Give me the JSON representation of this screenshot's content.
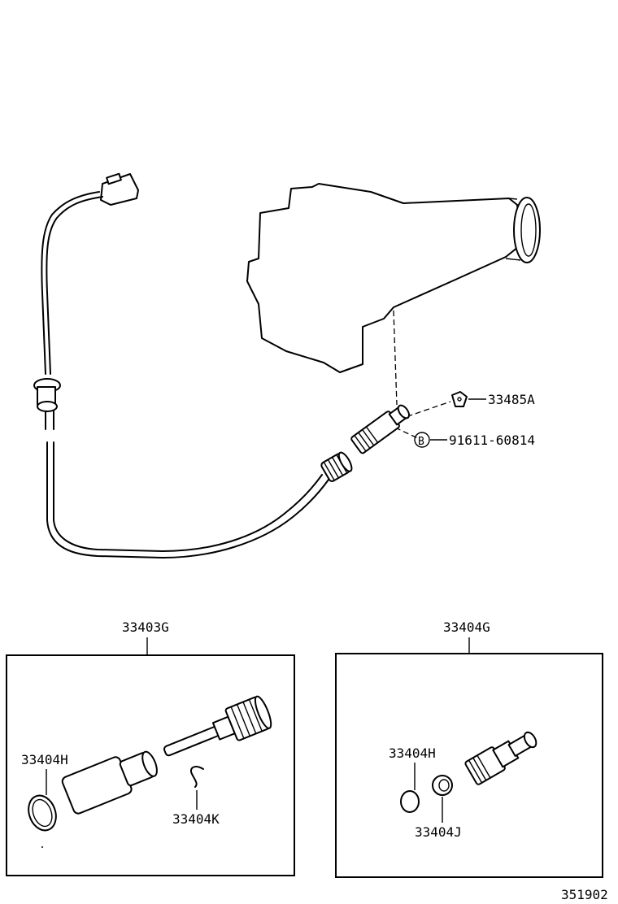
{
  "callouts": {
    "c1": "33485A",
    "c2_symbol": "B",
    "c2": "91611-60814"
  },
  "groups": {
    "left": {
      "number": "33403G",
      "parts": {
        "p1": "33404H",
        "p2": "33404K"
      }
    },
    "right": {
      "number": "33404G",
      "parts": {
        "p1": "33404H",
        "p2": "33404J"
      }
    }
  },
  "illustration_number": "351902"
}
